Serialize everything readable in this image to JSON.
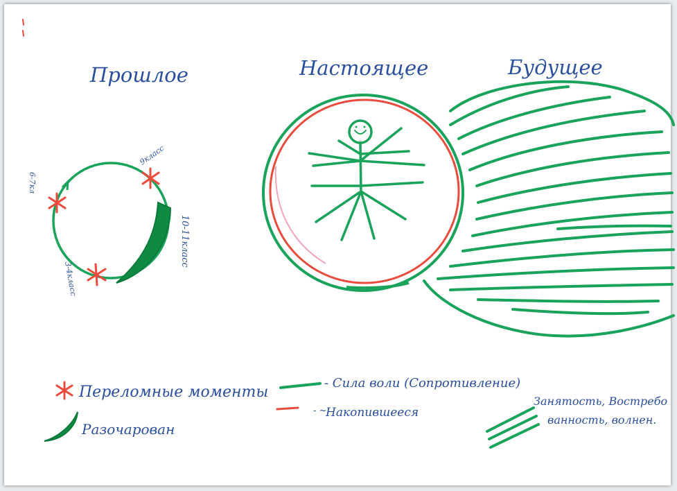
{
  "colors": {
    "green": "#1aa35a",
    "dark_green": "#0f8a43",
    "red": "#ea4b3c",
    "blue_ink": "#2b4f9e",
    "pink": "#f2a6b6"
  },
  "titles": {
    "past": "Прошлое",
    "present": "Настоящее",
    "future": "Будущее"
  },
  "past_labels": {
    "top": "9класс",
    "left": "6-7кл",
    "bottom": "3-4класс",
    "right": "10-11класс"
  },
  "legend": {
    "turning_points": "Переломные моменты",
    "disappointment": "Разочарован",
    "green_line": "- Сила воли (Сопротивление)",
    "red_line": "Накопившееся",
    "hatch_line1": "Занятость, Востребо",
    "hatch_line2": "ванность, волнен."
  },
  "icons": {
    "asterisk": "red-asterisk-icon",
    "crescent": "green-crescent-icon",
    "stick_figure": "smiling-stick-figure-icon"
  }
}
